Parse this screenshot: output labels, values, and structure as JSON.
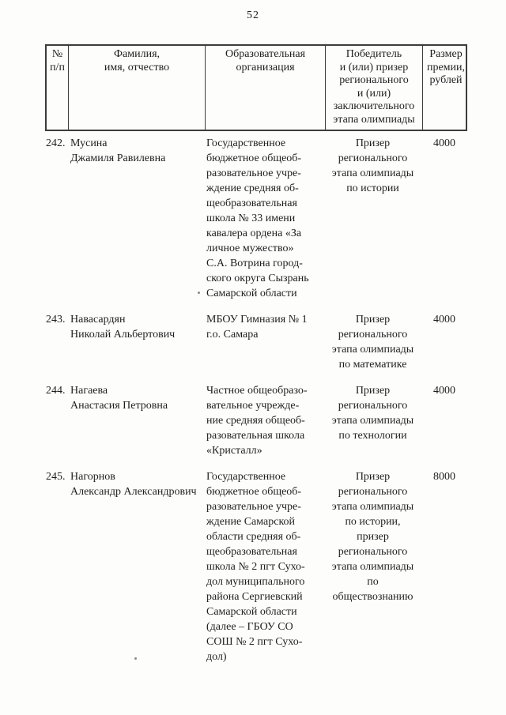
{
  "page": {
    "number": "52"
  },
  "table": {
    "headers": [
      {
        "label": "№\nп/п"
      },
      {
        "label": "Фамилия,\nимя, отчество"
      },
      {
        "label": "Образовательная\nорганизация"
      },
      {
        "label": "Победитель\nи (или) призер\nрегионального\nи (или)\nзаключительного\nэтапа олимпиады"
      },
      {
        "label": "Размер\nпремии,\nрублей"
      }
    ],
    "rows": [
      {
        "num": "242.",
        "name": "Мусина\nДжамиля Равилевна",
        "org": "Государственное\nбюджетное общеоб-\nразовательное учре-\nждение средняя об-\nщеобразовательная\nшкола № 33 имени\nкавалера ордена «За\nличное мужество»\nС.А. Вотрина город-\nского округа Сызрань\nСамарской области",
        "award": "Призер\nрегионального\nэтапа олимпиады\nпо истории",
        "amount": "4000"
      },
      {
        "num": "243.",
        "name": "Навасардян\nНиколай Альбертович",
        "org": "МБОУ Гимназия № 1\nг.о. Самара",
        "award": "Призер\nрегионального\nэтапа олимпиады\nпо математике",
        "amount": "4000"
      },
      {
        "num": "244.",
        "name": "Нагаева\nАнастасия Петровна",
        "org": "Частное общеобразо-\nвательное учрежде-\nние средняя общеоб-\nразовательная школа\n«Кристалл»",
        "award": "Призер\nрегионального\nэтапа олимпиады\nпо технологии",
        "amount": "4000"
      },
      {
        "num": "245.",
        "name": "Нагорнов\nАлександр Александрович",
        "org": "Государственное\nбюджетное общеоб-\nразовательное учре-\nждение Самарской\nобласти средняя об-\nщеобразовательная\nшкола № 2 пгт Сухо-\nдол муниципального\nрайона Сергиевский\nСамарской области\n(далее – ГБОУ СО\nСОШ № 2 пгт Сухо-\nдол)",
        "award": "Призер\nрегионального\nэтапа олимпиады\nпо истории,\nпризер\nрегионального\nэтапа олимпиады\nпо\nобществознанию",
        "amount": "8000"
      }
    ]
  }
}
